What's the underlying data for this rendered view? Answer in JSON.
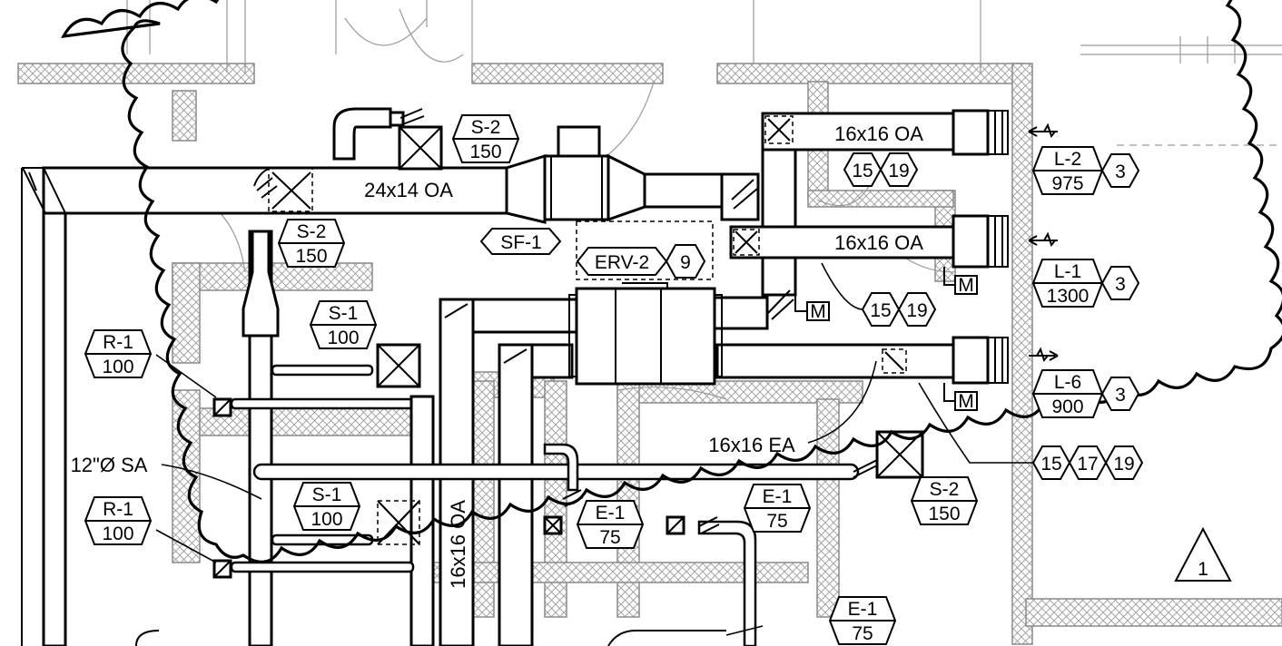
{
  "ducts": [
    {
      "id": "main-oa",
      "label": "24x14 OA"
    },
    {
      "id": "oa-top",
      "label": "16x16 OA"
    },
    {
      "id": "oa-mid",
      "label": "16x16 OA"
    },
    {
      "id": "ea",
      "label": "16x16 EA"
    },
    {
      "id": "oa-vertical",
      "label": "16x16 OA"
    },
    {
      "id": "sa-round",
      "label": "12\"Ø SA"
    }
  ],
  "air_tags": [
    {
      "type": "S-2",
      "cfm": "150"
    },
    {
      "type": "S-2",
      "cfm": "150"
    },
    {
      "type": "S-1",
      "cfm": "100"
    },
    {
      "type": "R-1",
      "cfm": "100"
    },
    {
      "type": "R-1",
      "cfm": "100"
    },
    {
      "type": "S-1",
      "cfm": "100"
    },
    {
      "type": "E-1",
      "cfm": "75"
    },
    {
      "type": "E-1",
      "cfm": "75"
    },
    {
      "type": "S-2",
      "cfm": "150"
    },
    {
      "type": "E-1",
      "cfm": "75"
    }
  ],
  "louver_tags": [
    {
      "type": "L-2",
      "cfm": "975",
      "note": "3"
    },
    {
      "type": "L-1",
      "cfm": "1300",
      "note": "3"
    },
    {
      "type": "L-6",
      "cfm": "900",
      "note": "3"
    }
  ],
  "equipment": [
    {
      "tag": "SF-1"
    },
    {
      "tag": "ERV-2",
      "note": "9"
    }
  ],
  "keynotes": [
    [
      "15",
      "19"
    ],
    [
      "15",
      "19"
    ],
    [
      "15",
      "17",
      "19"
    ]
  ],
  "motor_label": "M",
  "revision": "1"
}
